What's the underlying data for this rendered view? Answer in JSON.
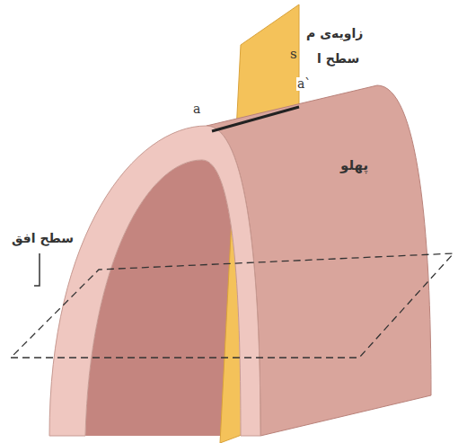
{
  "diagram": {
    "labels": [
      "زاویه‌ی م",
      "سطح ا",
      "s",
      "a`",
      "a",
      "سطح افق",
      "پهلو"
    ]
  }
}
